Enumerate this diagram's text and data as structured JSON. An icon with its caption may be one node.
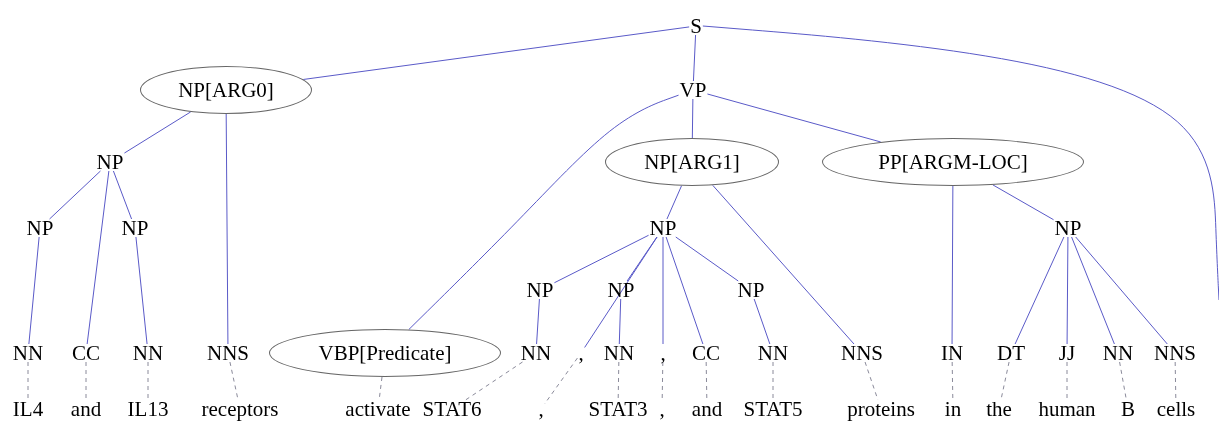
{
  "diagram": {
    "nodes": [
      {
        "text": [
          "S"
        ]
      },
      {
        "text": [
          "NP[ARG0]"
        ]
      },
      {
        "text": [
          "VP"
        ]
      },
      {
        "text": [
          "NP"
        ]
      },
      {
        "text": [
          "NP"
        ]
      },
      {
        "text": [
          "NP"
        ]
      },
      {
        "text": [
          "NN"
        ]
      },
      {
        "text": [
          "CC"
        ]
      },
      {
        "text": [
          "NN"
        ]
      },
      {
        "text": [
          "NNS"
        ]
      },
      {
        "text": [
          "VBP[Predicate]"
        ]
      },
      {
        "text": [
          "NP[ARG1]"
        ]
      },
      {
        "text": [
          "PP[ARGM-LOC]"
        ]
      },
      {
        "text": [
          "NP"
        ]
      },
      {
        "text": [
          "NP"
        ]
      },
      {
        "text": [
          "NP"
        ]
      },
      {
        "text": [
          "NP"
        ]
      },
      {
        "text": [
          "NP"
        ]
      },
      {
        "text": [
          "NN"
        ]
      },
      {
        "text": [
          ","
        ]
      },
      {
        "text": [
          "NN"
        ]
      },
      {
        "text": [
          ","
        ]
      },
      {
        "text": [
          "CC"
        ]
      },
      {
        "text": [
          "NN"
        ]
      },
      {
        "text": [
          "NNS"
        ]
      },
      {
        "text": [
          "IN"
        ]
      },
      {
        "text": [
          "DT"
        ]
      },
      {
        "text": [
          "JJ"
        ]
      },
      {
        "text": [
          "NN"
        ]
      },
      {
        "text": [
          "NNS"
        ]
      },
      {
        "text": [
          "IL4"
        ]
      },
      {
        "text": [
          "and"
        ]
      },
      {
        "text": [
          "IL13"
        ]
      },
      {
        "text": [
          "receptors"
        ]
      },
      {
        "text": [
          "activate"
        ]
      },
      {
        "text": [
          "STAT6"
        ]
      },
      {
        "text": [
          ","
        ]
      },
      {
        "text": [
          "STAT3"
        ]
      },
      {
        "text": [
          ","
        ]
      },
      {
        "text": [
          "and"
        ]
      },
      {
        "text": [
          "STAT5"
        ]
      },
      {
        "text": [
          "proteins"
        ]
      },
      {
        "text": [
          "in"
        ]
      },
      {
        "text": [
          "the"
        ]
      },
      {
        "text": [
          "human"
        ]
      },
      {
        "text": [
          "B"
        ]
      },
      {
        "text": [
          "cells"
        ]
      }
    ],
    "edges": [
      {
        "from": 0,
        "to": 1,
        "arrow": "none"
      },
      {
        "from": 0,
        "to": 2,
        "arrow": "none"
      },
      {
        "from": 0,
        "to": null,
        "arrow": "none"
      },
      {
        "from": 1,
        "to": 3,
        "arrow": "none"
      },
      {
        "from": 1,
        "to": 9,
        "arrow": "none"
      },
      {
        "from": 3,
        "to": 4,
        "arrow": "none"
      },
      {
        "from": 3,
        "to": 7,
        "arrow": "none"
      },
      {
        "from": 3,
        "to": 5,
        "arrow": "none"
      },
      {
        "from": 4,
        "to": 6,
        "arrow": "none"
      },
      {
        "from": 5,
        "to": 8,
        "arrow": "none"
      },
      {
        "from": 2,
        "to": 10,
        "arrow": "none"
      },
      {
        "from": 2,
        "to": 11,
        "arrow": "none"
      },
      {
        "from": 2,
        "to": 12,
        "arrow": "none"
      },
      {
        "from": 11,
        "to": 13,
        "arrow": "none"
      },
      {
        "from": 11,
        "to": 24,
        "arrow": "none"
      },
      {
        "from": 13,
        "to": 15,
        "arrow": "none"
      },
      {
        "from": 13,
        "to": 19,
        "arrow": "none"
      },
      {
        "from": 13,
        "to": 16,
        "arrow": "none"
      },
      {
        "from": 13,
        "to": 21,
        "arrow": "none"
      },
      {
        "from": 13,
        "to": 22,
        "arrow": "none"
      },
      {
        "from": 13,
        "to": 17,
        "arrow": "none"
      },
      {
        "from": 15,
        "to": 18,
        "arrow": "none"
      },
      {
        "from": 16,
        "to": 20,
        "arrow": "none"
      },
      {
        "from": 17,
        "to": 23,
        "arrow": "none"
      },
      {
        "from": 12,
        "to": 25,
        "arrow": "none"
      },
      {
        "from": 12,
        "to": 14,
        "arrow": "none"
      },
      {
        "from": 14,
        "to": 26,
        "arrow": "none"
      },
      {
        "from": 14,
        "to": 27,
        "arrow": "none"
      },
      {
        "from": 14,
        "to": 28,
        "arrow": "none"
      },
      {
        "from": 14,
        "to": 29,
        "arrow": "none"
      },
      {
        "from": 6,
        "to": 30,
        "arrow": "none",
        "style": "dashed",
        "color": "#8a8a9a"
      },
      {
        "from": 7,
        "to": 31,
        "arrow": "none",
        "style": "dashed",
        "color": "#8a8a9a"
      },
      {
        "from": 8,
        "to": 32,
        "arrow": "none",
        "style": "dashed",
        "color": "#8a8a9a"
      },
      {
        "from": 9,
        "to": 33,
        "arrow": "none",
        "style": "dashed",
        "color": "#8a8a9a"
      },
      {
        "from": 10,
        "to": 34,
        "arrow": "none",
        "style": "dashed",
        "color": "#8a8a9a"
      },
      {
        "from": 18,
        "to": 35,
        "arrow": "none",
        "style": "dashed",
        "color": "#8a8a9a"
      },
      {
        "from": 19,
        "to": 36,
        "arrow": "none",
        "style": "dashed",
        "color": "#8a8a9a"
      },
      {
        "from": 20,
        "to": 37,
        "arrow": "none",
        "style": "dashed",
        "color": "#8a8a9a"
      },
      {
        "from": 21,
        "to": 38,
        "arrow": "none",
        "style": "dashed",
        "color": "#8a8a9a"
      },
      {
        "from": 22,
        "to": 39,
        "arrow": "none",
        "style": "dashed",
        "color": "#8a8a9a"
      },
      {
        "from": 23,
        "to": 40,
        "arrow": "none",
        "style": "dashed",
        "color": "#8a8a9a"
      },
      {
        "from": 24,
        "to": 41,
        "arrow": "none",
        "style": "dashed",
        "color": "#8a8a9a"
      },
      {
        "from": 25,
        "to": 42,
        "arrow": "none",
        "style": "dashed",
        "color": "#8a8a9a"
      },
      {
        "from": 26,
        "to": 43,
        "arrow": "none",
        "style": "dashed",
        "color": "#8a8a9a"
      },
      {
        "from": 27,
        "to": 44,
        "arrow": "none",
        "style": "dashed",
        "color": "#8a8a9a"
      },
      {
        "from": 28,
        "to": 45,
        "arrow": "none",
        "style": "dashed",
        "color": "#8a8a9a"
      },
      {
        "from": 29,
        "to": 46,
        "arrow": "none",
        "style": "dashed",
        "color": "#8a8a9a"
      }
    ]
  }
}
